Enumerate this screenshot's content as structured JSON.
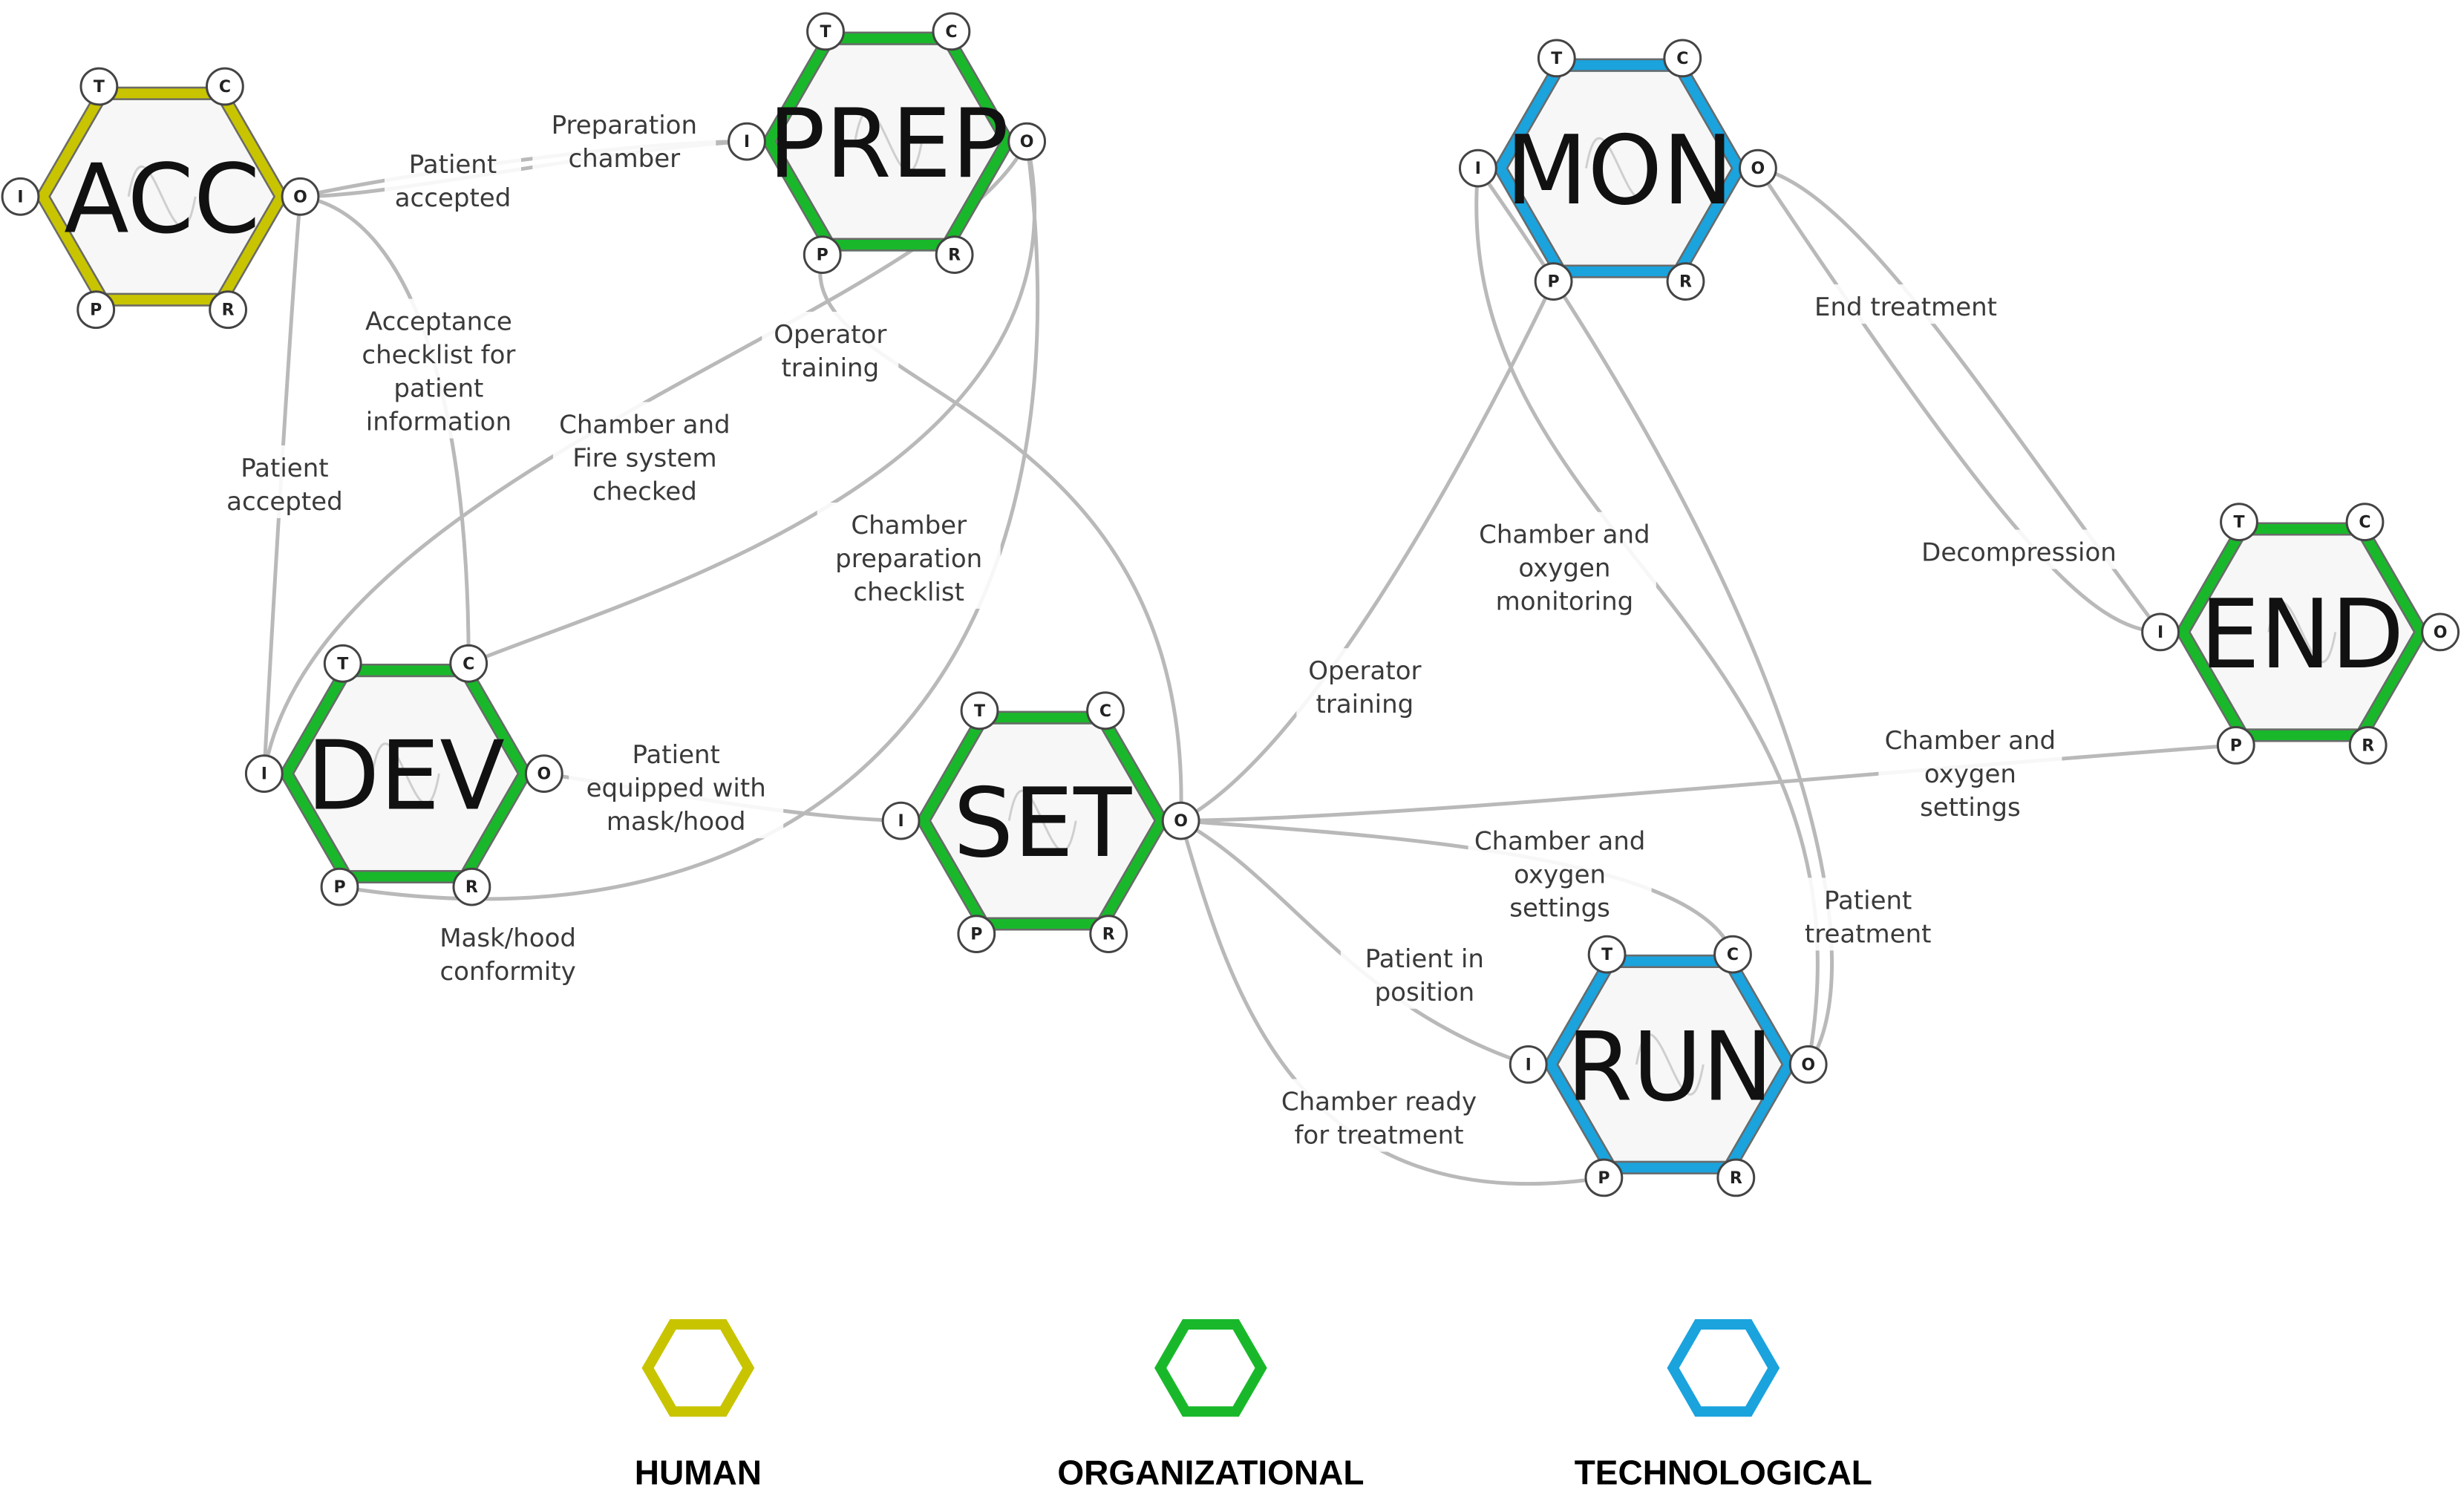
{
  "colors": {
    "human": "#c8c400",
    "organizational": "#19b82b",
    "technological": "#1aa3dd"
  },
  "functions": [
    {
      "id": "acc",
      "name": "ACC",
      "category": "human"
    },
    {
      "id": "prep",
      "name": "PREP",
      "category": "organizational"
    },
    {
      "id": "mon",
      "name": "MON",
      "category": "technological"
    },
    {
      "id": "dev",
      "name": "DEV",
      "category": "organizational"
    },
    {
      "id": "set",
      "name": "SET",
      "category": "organizational"
    },
    {
      "id": "end",
      "name": "END",
      "category": "organizational"
    },
    {
      "id": "run",
      "name": "RUN",
      "category": "technological"
    }
  ],
  "aspects": [
    "T",
    "C",
    "I",
    "O",
    "P",
    "R"
  ],
  "couplings": [
    {
      "id": "e1",
      "from": "acc.O",
      "to": "prep.I",
      "label": [
        "Patient",
        "accepted"
      ]
    },
    {
      "id": "e2",
      "from": "acc.O",
      "to": "prep.I",
      "label": [
        "Preparation",
        "chamber"
      ]
    },
    {
      "id": "e3",
      "from": "acc.O",
      "to": "dev.C",
      "label": [
        "Acceptance",
        "checklist for",
        "patient",
        "information"
      ]
    },
    {
      "id": "e4",
      "from": "acc.O",
      "to": "dev.I",
      "label": [
        "Patient",
        "accepted"
      ]
    },
    {
      "id": "e5",
      "from": "prep.O",
      "to": "dev.I",
      "label": [
        "Chamber and",
        "Fire system",
        "checked"
      ]
    },
    {
      "id": "e6",
      "from": "prep.O",
      "to": "dev.C",
      "label": [
        "Chamber",
        "preparation",
        "checklist"
      ]
    },
    {
      "id": "e7",
      "from": "prep.P",
      "to": "set.O",
      "label": [
        "Operator",
        "training"
      ]
    },
    {
      "id": "e8",
      "from": "prep.O",
      "to": "dev.P",
      "label": [
        "Mask/hood",
        "conformity"
      ]
    },
    {
      "id": "e9",
      "from": "dev.O",
      "to": "set.I",
      "label": [
        "Patient",
        "equipped with",
        "mask/hood"
      ]
    },
    {
      "id": "e10",
      "from": "set.O",
      "to": "mon.P",
      "label": [
        "Operator",
        "training"
      ]
    },
    {
      "id": "e11",
      "from": "mon.I",
      "to": "run.O",
      "label": [
        "Chamber and",
        "oxygen",
        "monitoring"
      ]
    },
    {
      "id": "e12",
      "from": "mon.O",
      "to": "end.I",
      "label": [
        "End treatment"
      ]
    },
    {
      "id": "e13",
      "from": "mon.O",
      "to": "end.I",
      "label": [
        "Decompression"
      ]
    },
    {
      "id": "e14",
      "from": "set.O",
      "to": "end.P",
      "label": [
        "Chamber and",
        "oxygen",
        "settings"
      ]
    },
    {
      "id": "e15",
      "from": "set.O",
      "to": "run.C",
      "label": [
        "Chamber and",
        "oxygen",
        "settings"
      ]
    },
    {
      "id": "e16",
      "from": "run.O",
      "to": "mon.I",
      "label": [
        "Patient",
        "treatment"
      ]
    },
    {
      "id": "e17",
      "from": "set.O",
      "to": "run.I",
      "label": [
        "Patient in",
        "position"
      ]
    },
    {
      "id": "e18",
      "from": "set.O",
      "to": "run.P",
      "label": [
        "Chamber ready",
        "for treatment"
      ]
    }
  ],
  "legend": [
    {
      "category": "human",
      "label": "HUMAN"
    },
    {
      "category": "organizational",
      "label": "ORGANIZATIONAL"
    },
    {
      "category": "technological",
      "label": "TECHNOLOGICAL"
    }
  ]
}
